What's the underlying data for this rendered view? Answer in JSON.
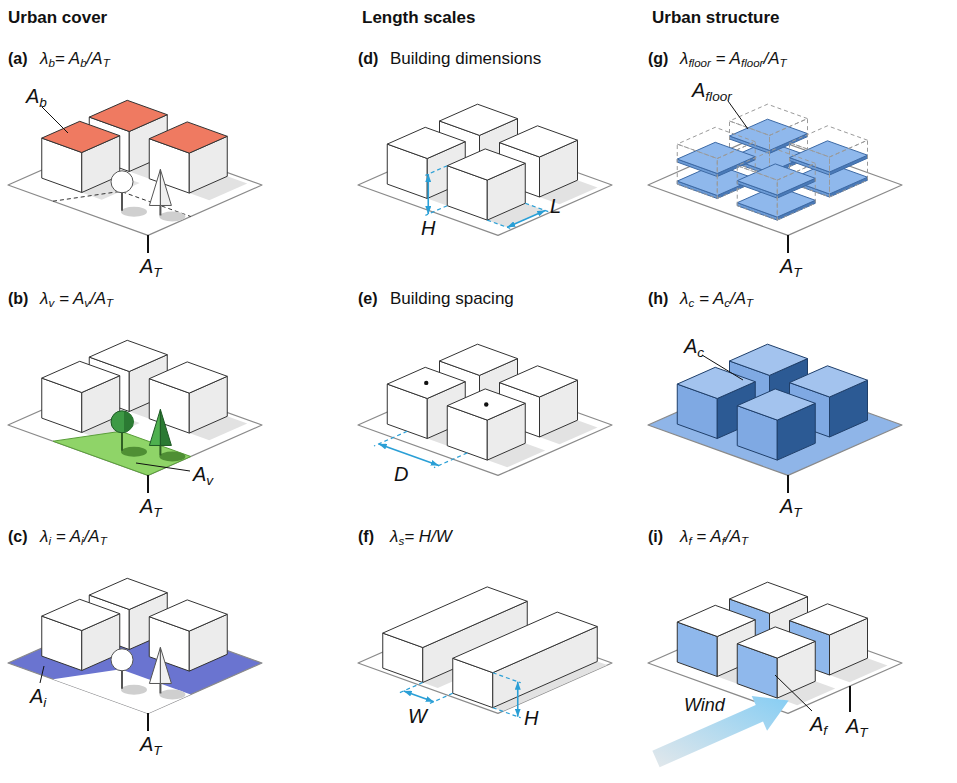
{
  "diagram": {
    "labels": [
      "Urban cover",
      "Length scales",
      "Urban structure",
      "(a)",
      "λb= Ab/AT",
      "Ab",
      "AT",
      "(b)",
      "λv = Av/AT",
      "Av",
      "AT",
      "(c)",
      "λi = Ai/AT",
      "Ai",
      "AT",
      "(d)",
      "Building dimensions",
      "H",
      "L",
      "(e)",
      "Building spacing",
      "D",
      "(f)",
      "λs= H/W",
      "W",
      "H",
      "(g)",
      "λfloor = Afloor/AT",
      "Afloor",
      "AT",
      "(h)",
      "λc = Ac/AT",
      "Ac",
      "AT",
      "(i)",
      "λf = Af/AT",
      "Wind",
      "Af",
      "AT"
    ]
  }
}
